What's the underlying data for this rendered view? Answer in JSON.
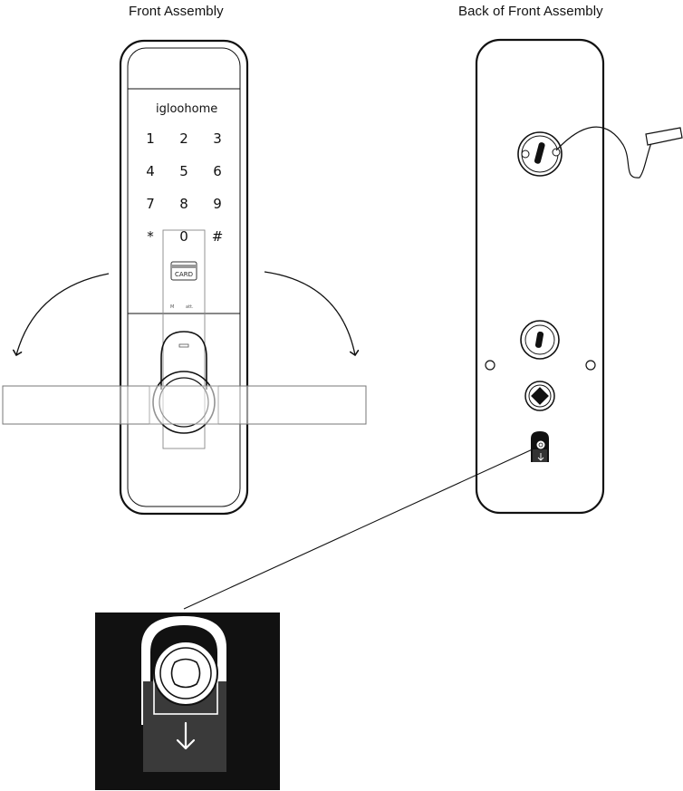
{
  "captions": {
    "front": "Front Assembly",
    "back": "Back of Front Assembly"
  },
  "front_panel": {
    "brand": "igloohome",
    "keys": [
      "1",
      "2",
      "3",
      "4",
      "5",
      "6",
      "7",
      "8",
      "9",
      "*",
      "0",
      "#"
    ],
    "card_label": "CARD",
    "small_labels": [
      "M",
      "att."
    ]
  },
  "icons": [
    "rotate-left-arrow-icon",
    "rotate-right-arrow-icon",
    "down-arrow-icon",
    "screw-icon"
  ]
}
